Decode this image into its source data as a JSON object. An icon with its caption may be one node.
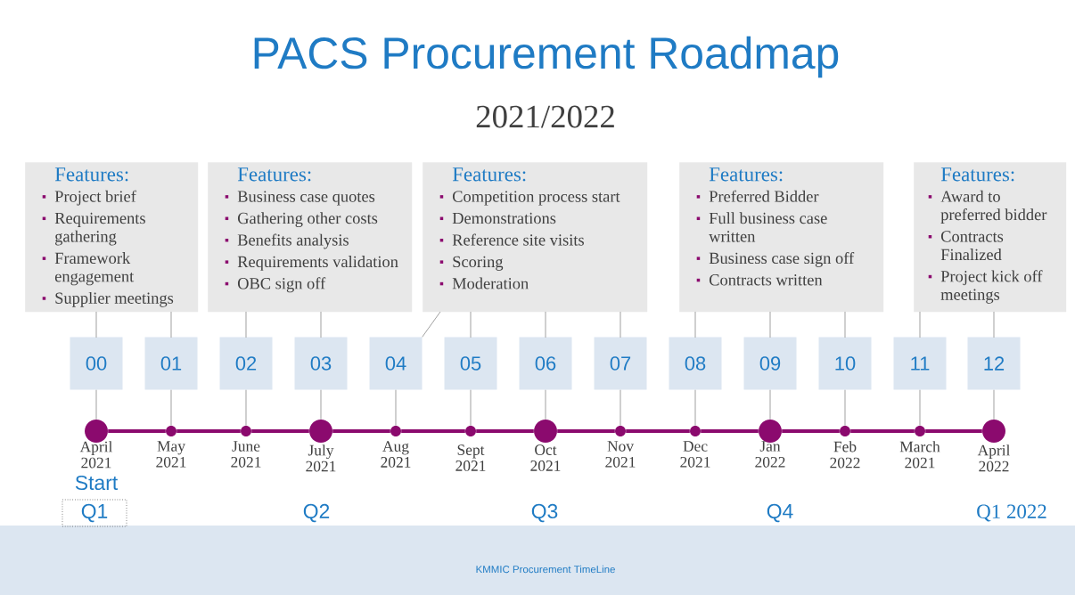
{
  "diagram": {
    "title": "PACS Procurement Roadmap",
    "nodes": [
      {
        "text": [
          "Features:",
          "Project brief",
          "Requirements gathering",
          "Framework engagement",
          "Supplier meetings"
        ]
      },
      {
        "text": [
          "Features:",
          "Business case quotes",
          "Gathering other costs",
          "Benefits analysis",
          "Requirements validation",
          "OBC sign off"
        ]
      },
      {
        "text": [
          "Features:",
          "Competition process start",
          "Demonstrations",
          "Reference site visits",
          "Scoring",
          "Moderation"
        ]
      },
      {
        "text": [
          "Features:",
          "Preferred Bidder",
          "Full business case written",
          "Business case sign off",
          "Contracts written"
        ]
      },
      {
        "text": [
          "Features:",
          "Award to preferred bidder",
          "Contracts Finalized",
          "Project kick off meetings"
        ]
      },
      {
        "text": [
          "00"
        ]
      },
      {
        "text": [
          "01"
        ]
      },
      {
        "text": [
          "02"
        ]
      },
      {
        "text": [
          "03"
        ]
      },
      {
        "text": [
          "04"
        ]
      },
      {
        "text": [
          "05"
        ]
      },
      {
        "text": [
          "06"
        ]
      },
      {
        "text": [
          "07"
        ]
      },
      {
        "text": [
          "08"
        ]
      },
      {
        "text": [
          "09"
        ]
      },
      {
        "text": [
          "10"
        ]
      },
      {
        "text": [
          "11"
        ]
      },
      {
        "text": [
          "12"
        ]
      },
      {
        "text": [],
        "shape": "circle",
        "beside": [
          "April 2021"
        ]
      },
      {
        "text": [],
        "shape": "circle",
        "beside": [
          "May 2021"
        ]
      },
      {
        "text": [],
        "shape": "circle",
        "beside": [
          "June 2021"
        ]
      },
      {
        "text": [],
        "shape": "circle",
        "beside": [
          "July 2021"
        ]
      },
      {
        "text": [],
        "shape": "circle",
        "beside": [
          "Aug 2021"
        ]
      },
      {
        "text": [],
        "shape": "circle",
        "beside": [
          "Sept 2021"
        ]
      },
      {
        "text": [],
        "shape": "circle",
        "beside": [
          "Oct 2021"
        ]
      },
      {
        "text": [],
        "shape": "circle",
        "beside": [
          "Nov 2021"
        ]
      },
      {
        "text": [],
        "shape": "circle",
        "beside": [
          "Dec 2021"
        ]
      },
      {
        "text": [],
        "shape": "circle",
        "beside": [
          "Jan 2022"
        ]
      },
      {
        "text": [],
        "shape": "circle",
        "beside": [
          "Feb 2022"
        ]
      },
      {
        "text": [],
        "shape": "circle",
        "beside": [
          "March 2021"
        ]
      },
      {
        "text": [],
        "shape": "circle",
        "beside": [
          "April 2022"
        ]
      }
    ],
    "edges": [
      {
        "from": 0,
        "to": 5,
        "arrow": "none"
      },
      {
        "from": 0,
        "to": 6,
        "arrow": "none"
      },
      {
        "from": 1,
        "to": 7,
        "arrow": "none"
      },
      {
        "from": 1,
        "to": 8,
        "arrow": "none"
      },
      {
        "from": 2,
        "to": 9,
        "arrow": "none"
      },
      {
        "from": 2,
        "to": 10,
        "arrow": "none"
      },
      {
        "from": 2,
        "to": 11,
        "arrow": "none"
      },
      {
        "from": 2,
        "to": 12,
        "arrow": "none"
      },
      {
        "from": 3,
        "to": 13,
        "arrow": "none"
      },
      {
        "from": 3,
        "to": 14,
        "arrow": "none"
      },
      {
        "from": 3,
        "to": 15,
        "arrow": "none"
      },
      {
        "from": 4,
        "to": 16,
        "arrow": "none"
      },
      {
        "from": 4,
        "to": 17,
        "arrow": "none"
      },
      {
        "from": 5,
        "to": 18,
        "arrow": "none"
      },
      {
        "from": 6,
        "to": 19,
        "arrow": "none"
      },
      {
        "from": 7,
        "to": 20,
        "arrow": "none"
      },
      {
        "from": 8,
        "to": 21,
        "arrow": "none"
      },
      {
        "from": 9,
        "to": 22,
        "arrow": "none"
      },
      {
        "from": 10,
        "to": 23,
        "arrow": "none"
      },
      {
        "from": 11,
        "to": 24,
        "arrow": "none"
      },
      {
        "from": 12,
        "to": 25,
        "arrow": "none"
      },
      {
        "from": 13,
        "to": 26,
        "arrow": "none"
      },
      {
        "from": 14,
        "to": 27,
        "arrow": "none"
      },
      {
        "from": 15,
        "to": 28,
        "arrow": "none"
      },
      {
        "from": 16,
        "to": 29,
        "arrow": "none"
      },
      {
        "from": 17,
        "to": 30,
        "arrow": "none"
      },
      {
        "from": 18,
        "to": 19,
        "arrow": "none",
        "style": "thick",
        "color": "#8b0a6e"
      },
      {
        "from": 19,
        "to": 20,
        "arrow": "none",
        "style": "thick",
        "color": "#8b0a6e"
      },
      {
        "from": 20,
        "to": 21,
        "arrow": "none",
        "style": "thick",
        "color": "#8b0a6e"
      },
      {
        "from": 21,
        "to": 22,
        "arrow": "none",
        "style": "thick",
        "color": "#8b0a6e"
      },
      {
        "from": 22,
        "to": 23,
        "arrow": "none",
        "style": "thick",
        "color": "#8b0a6e"
      },
      {
        "from": 23,
        "to": 24,
        "arrow": "none",
        "style": "thick",
        "color": "#8b0a6e"
      },
      {
        "from": 24,
        "to": 25,
        "arrow": "none",
        "style": "thick",
        "color": "#8b0a6e"
      },
      {
        "from": 25,
        "to": 26,
        "arrow": "none",
        "style": "thick",
        "color": "#8b0a6e"
      },
      {
        "from": 26,
        "to": 27,
        "arrow": "none",
        "style": "thick",
        "color": "#8b0a6e"
      },
      {
        "from": 27,
        "to": 28,
        "arrow": "none",
        "style": "thick",
        "color": "#8b0a6e"
      },
      {
        "from": 28,
        "to": 29,
        "arrow": "none",
        "style": "thick",
        "color": "#8b0a6e"
      },
      {
        "from": 29,
        "to": 30,
        "arrow": "none",
        "style": "thick",
        "color": "#8b0a6e"
      }
    ],
    "labels": [
      "2021/2022",
      "Start",
      "Q1",
      "Q2",
      "Q3",
      "Q4",
      "Q1 2022",
      "KMMIC Procurement TimeLine"
    ]
  }
}
